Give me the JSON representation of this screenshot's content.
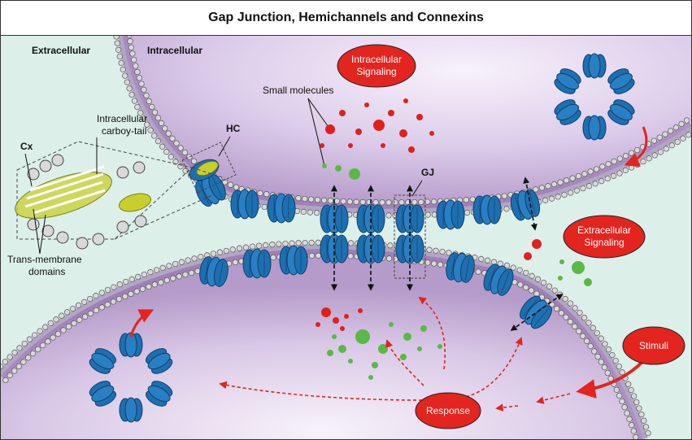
{
  "title": "Gap Junction, Hemichannels and Connexins",
  "regions": {
    "extracellular": "Extracellular",
    "intracellular": "Intracellular"
  },
  "labels": {
    "hc": "HC",
    "gj": "GJ",
    "cx": "Cx",
    "small_molecules": "Small molecules",
    "carboxy_tail_line1": "Intracellular",
    "carboxy_tail_line2": "carboy-tail",
    "transmembrane_line1": "Trans-membrane",
    "transmembrane_line2": "domains"
  },
  "bubbles": {
    "intracellular_signaling_line1": "Intracellular",
    "intracellular_signaling_line2": "Signaling",
    "extracellular_signaling_line1": "Extracellular",
    "extracellular_signaling_line2": "Signaling",
    "stimuli": "Stimuli",
    "response": "Response"
  },
  "colors": {
    "connexin": "#1e6fb0",
    "connexin_dark": "#0d3f6e",
    "bubble": "#e3241f",
    "intracellular_fill": "#c9b3d6",
    "extracellular_fill": "#dcefe9",
    "membrane_tail": "#8e6aa8",
    "lipid_head": "#d9d9d9",
    "tail_domain": "#c8cf2c",
    "red_molecule": "#e0201c",
    "green_molecule": "#5bb847"
  }
}
